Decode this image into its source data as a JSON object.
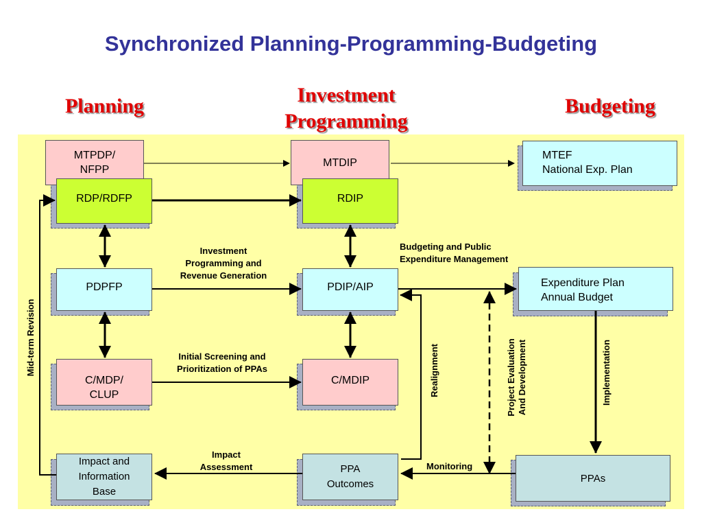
{
  "title": "Synchronized Planning-Programming-Budgeting",
  "columns": {
    "planning": "Planning",
    "investment_line1": "Investment",
    "investment_line2": "Programming",
    "budgeting": "Budgeting"
  },
  "boxes": {
    "mtpdp_line1": "MTPDP/",
    "mtpdp_line2": "NFPP",
    "mtdip": "MTDIP",
    "mtef_line1": "MTEF",
    "mtef_line2": "National Exp. Plan",
    "rdp_rdfp": "RDP/RDFP",
    "rdip": "RDIP",
    "pdpfp": "PDPFP",
    "pdip_aip": "PDIP/AIP",
    "expenditure_line1": "Expenditure Plan",
    "expenditure_line2": "Annual Budget",
    "cmdp_line1": "C/MDP/",
    "cmdp_line2": "CLUP",
    "cmdip": "C/MDIP",
    "impact_line1": "Impact and",
    "impact_line2": "Information",
    "impact_line3": "Base",
    "ppa_outcomes_line1": "PPA",
    "ppa_outcomes_line2": "Outcomes",
    "ppas": "PPAs"
  },
  "labels": {
    "investment_prog_line1": "Investment",
    "investment_prog_line2": "Programming and",
    "investment_prog_line3": "Revenue Generation",
    "budgeting_public_line1": "Budgeting and Public",
    "budgeting_public_line2": "Expenditure Management",
    "initial_screening_line1": "Initial Screening and",
    "initial_screening_line2": "Prioritization of   PPAs",
    "impact_assessment_line1": "Impact",
    "impact_assessment_line2": "Assessment",
    "monitoring": "Monitoring",
    "mid_term_revision": "Mid-term Revision",
    "realignment": "Realignment",
    "project_eval_line1": "Project Evaluation",
    "project_eval_line2": "And Development",
    "implementation": "Implementation"
  }
}
